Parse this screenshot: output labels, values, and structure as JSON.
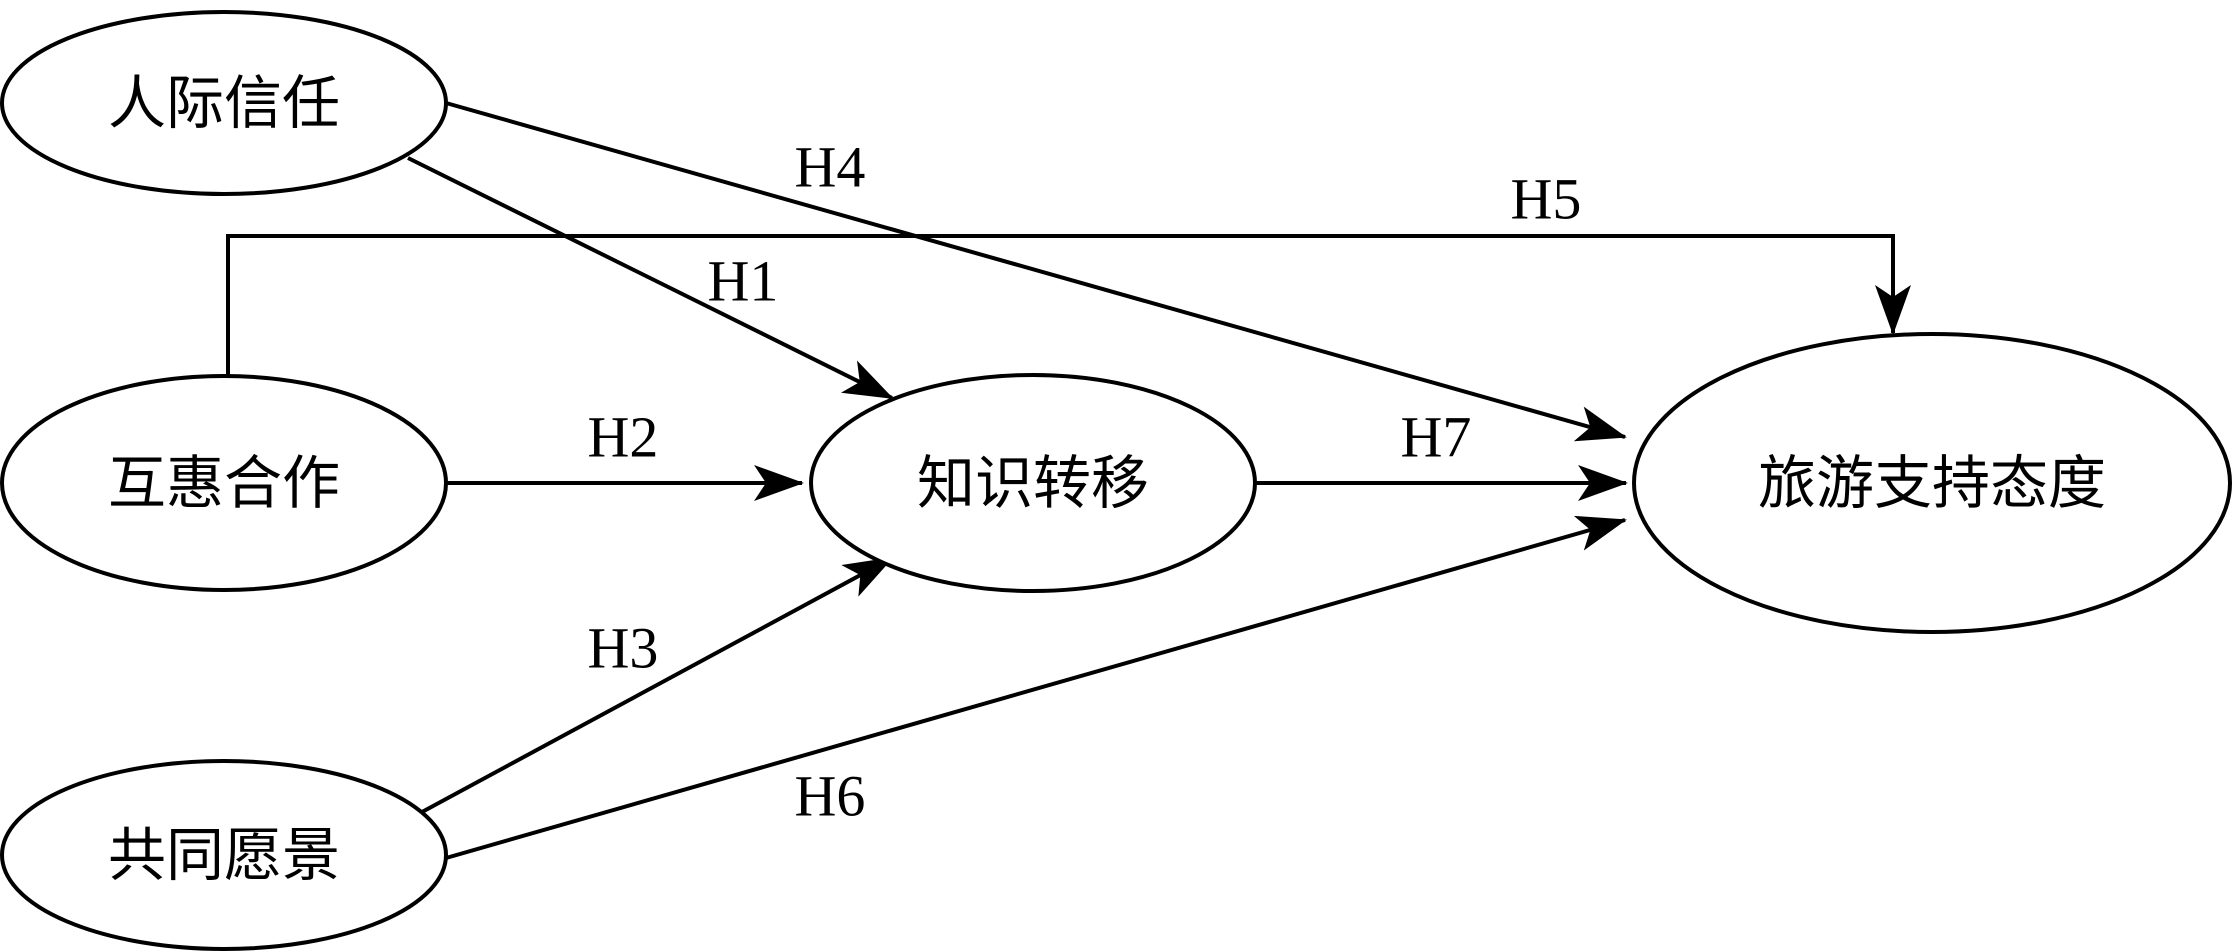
{
  "nodes": {
    "interpersonal_trust": {
      "label": "人际信任"
    },
    "reciprocal_cooperation": {
      "label": "互惠合作"
    },
    "shared_vision": {
      "label": "共同愿景"
    },
    "knowledge_transfer": {
      "label": "知识转移"
    },
    "tourism_support_attitude": {
      "label": "旅游支持态度"
    }
  },
  "edges": {
    "h1": {
      "label": "H1",
      "from": "人际信任",
      "to": "知识转移"
    },
    "h2": {
      "label": "H2",
      "from": "互惠合作",
      "to": "知识转移"
    },
    "h3": {
      "label": "H3",
      "from": "共同愿景",
      "to": "知识转移"
    },
    "h4": {
      "label": "H4",
      "from": "人际信任",
      "to": "旅游支持态度"
    },
    "h5": {
      "label": "H5",
      "from": "互惠合作",
      "to": "旅游支持态度"
    },
    "h6": {
      "label": "H6",
      "from": "共同愿景",
      "to": "旅游支持态度"
    },
    "h7": {
      "label": "H7",
      "from": "知识转移",
      "to": "旅游支持态度"
    }
  }
}
